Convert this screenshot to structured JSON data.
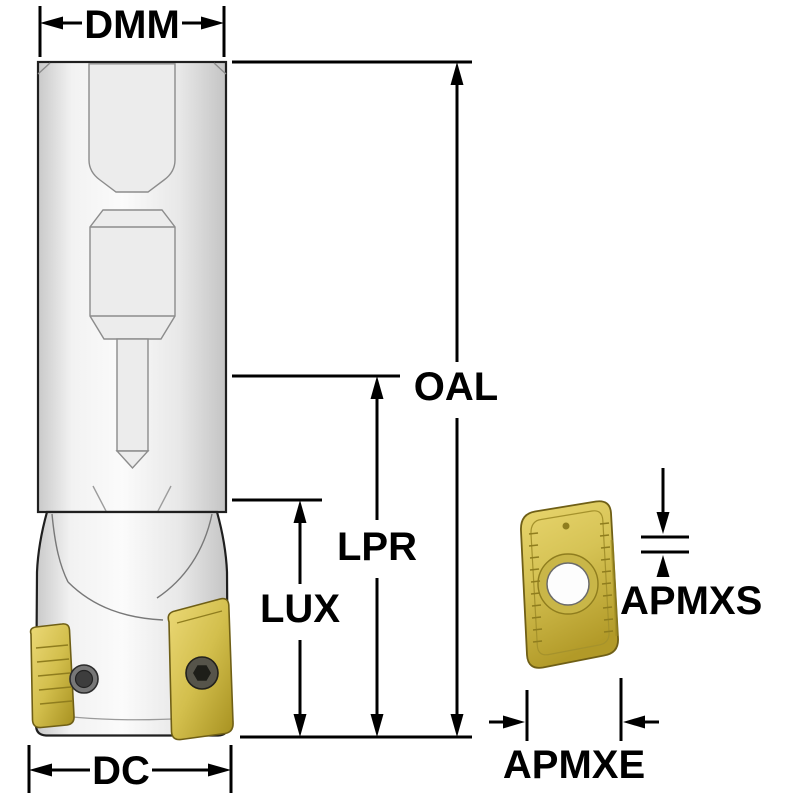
{
  "labels": {
    "dmm": "DMM",
    "oal": "OAL",
    "lpr": "LPR",
    "lux": "LUX",
    "dc": "DC",
    "apmxs": "APMXS",
    "apmxe": "APMXE"
  },
  "colors": {
    "background": "#ffffff",
    "dimension_line": "#000000",
    "tool_fill_light": "#fbfbfb",
    "tool_fill_shade": "#c9c9c9",
    "tool_outline": "#1f1f1f",
    "insert_gold": "#d3bf4d",
    "insert_gold_light": "#ecd977",
    "insert_gold_dark": "#a6901f",
    "insert_outline": "#6f5f16",
    "screw_fill": "#56544a",
    "head_screw_fill": "#777777"
  }
}
